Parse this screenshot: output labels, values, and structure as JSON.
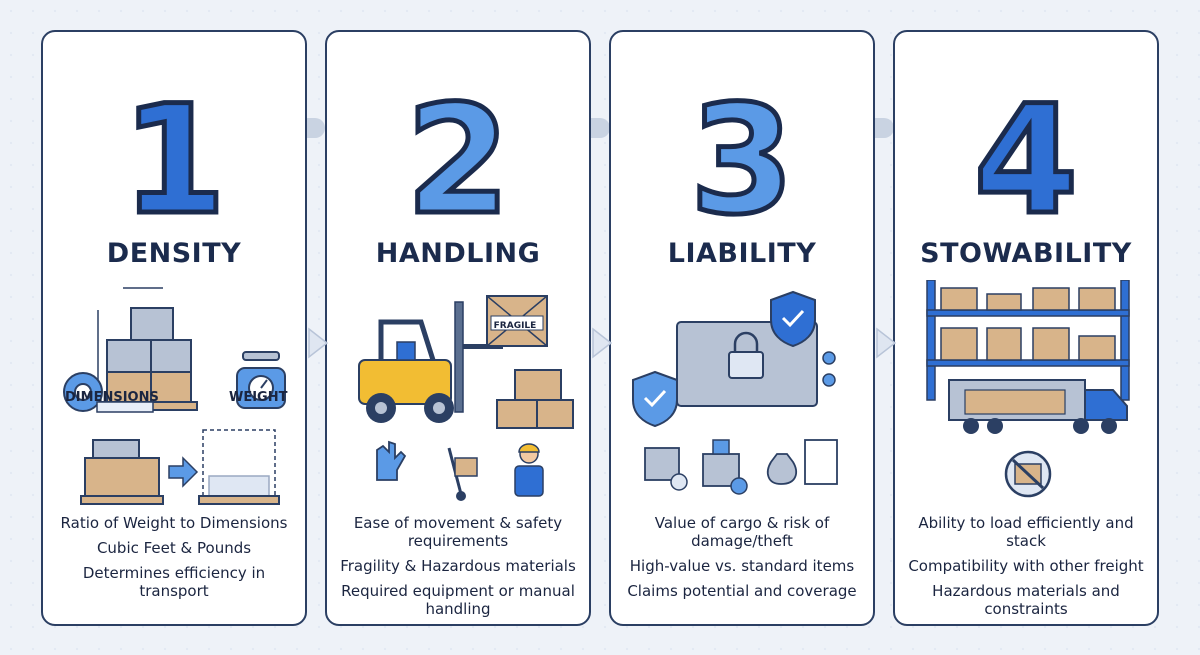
{
  "steps": [
    {
      "number": "1",
      "title": "DENSITY",
      "labels": {
        "dimensions": "DIMENSIONS",
        "weight": "WEIGHT"
      },
      "bullets": [
        "Ratio of Weight to Dimensions",
        "Cubic Feet & Pounds",
        "Determines efficiency in transport"
      ]
    },
    {
      "number": "2",
      "title": "HANDLING",
      "labels": {
        "fragile": "FRAGILE"
      },
      "bullets": [
        "Ease of movement & safety requirements",
        "Fragility & Hazardous materials",
        "Required equipment or manual handling"
      ]
    },
    {
      "number": "3",
      "title": "LIABILITY",
      "bullets": [
        "Value of cargo & risk of damage/theft",
        "High-value vs. standard items",
        "Claims potential and coverage"
      ]
    },
    {
      "number": "4",
      "title": "STOWABILITY",
      "bullets": [
        "Ability to load efficiently and stack",
        "Compatibility with other freight",
        "Hazardous materials and constraints"
      ]
    }
  ],
  "colors": {
    "navy": "#1b2b4d",
    "blue": "#2f6fd3",
    "light_blue": "#5b9ae6",
    "box": "#d8b48a",
    "forklift": "#f2bd33",
    "connector": "#c9d3e2"
  }
}
